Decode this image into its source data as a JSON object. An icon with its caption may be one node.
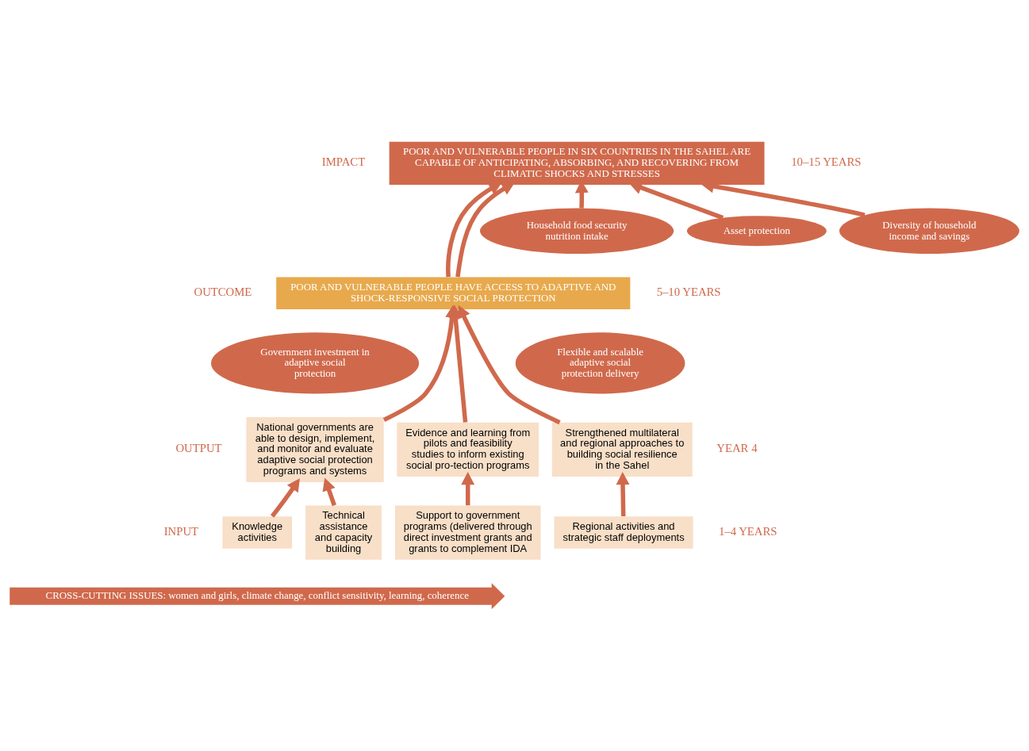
{
  "diagram": {
    "nodes": [
      {
        "text": [
          "POOR AND VULNERABLE PEOPLE IN SIX COUNTRIES IN THE SAHEL ARE CAPABLE OF ANTICIPATING, ABSORBING, AND RECOVERING FROM CLIMATIC SHOCKS AND STRESSES"
        ]
      },
      {
        "text": [
          "Household food security nutrition intake"
        ]
      },
      {
        "text": [
          "Asset protection"
        ]
      },
      {
        "text": [
          "Diversity of household income and savings"
        ]
      },
      {
        "text": [
          "POOR AND VULNERABLE PEOPLE HAVE ACCESS TO ADAPTIVE AND SHOCK-RESPONSIVE SOCIAL PROTECTION"
        ]
      },
      {
        "text": [
          "Government investment in adaptive social protection"
        ]
      },
      {
        "text": [
          "Flexible and scalable adaptive social protection delivery"
        ]
      },
      {
        "text": [
          "National governments are able to design, implement, and monitor and evaluate adaptive social protection programs and systems"
        ]
      },
      {
        "text": [
          "Evidence and learning from pilots and feasibility studies to inform existing social pro-tection programs"
        ]
      },
      {
        "text": [
          "Strengthened multilateral and regional approaches to building social resilience in the Sahel"
        ]
      },
      {
        "text": [
          "Knowledge activities"
        ]
      },
      {
        "text": [
          "Technical assistance and capacity building"
        ]
      },
      {
        "text": [
          "Support to government programs (delivered through direct investment grants and grants to complement IDA"
        ]
      },
      {
        "text": [
          "Regional activities and strategic staff deployments"
        ]
      },
      {
        "text": [
          "CROSS-CUTTING ISSUES: women and girls, climate change, conflict sensitivity, learning, coherence"
        ]
      }
    ],
    "edges": [
      {
        "from": 1,
        "to": 0,
        "arrow": "to"
      },
      {
        "from": 2,
        "to": 0,
        "arrow": "to"
      },
      {
        "from": 3,
        "to": 0,
        "arrow": "to"
      },
      {
        "from": 4,
        "to": 0,
        "arrow": "to"
      },
      {
        "from": 4,
        "to": 0,
        "arrow": "to"
      },
      {
        "from": 7,
        "to": 4,
        "arrow": "to"
      },
      {
        "from": 8,
        "to": 4,
        "arrow": "to"
      },
      {
        "from": 9,
        "to": 4,
        "arrow": "to"
      },
      {
        "from": 10,
        "to": 7,
        "arrow": "to"
      },
      {
        "from": 11,
        "to": 7,
        "arrow": "to"
      },
      {
        "from": 12,
        "to": 8,
        "arrow": "to"
      },
      {
        "from": 13,
        "to": 9,
        "arrow": "to"
      }
    ],
    "labels": [
      "IMPACT",
      "OUTCOME",
      "OUTPUT",
      "INPUT",
      "10–15 YEARS",
      "5–10 YEARS",
      "YEAR 4",
      "1–4 YEARS"
    ]
  }
}
